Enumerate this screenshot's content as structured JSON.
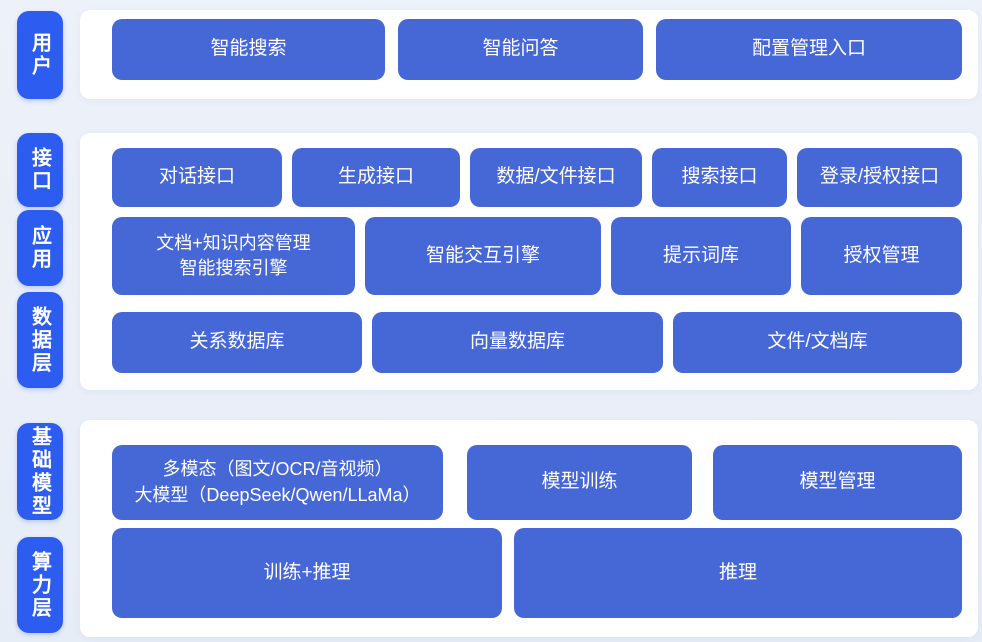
{
  "colors": {
    "background": "#e9eef7",
    "panel": "#ffffff",
    "badge_blue": "#2c5cf0",
    "block_blue": "#4668d6",
    "text": "#ffffff"
  },
  "sidebar": {
    "user": "用户",
    "interface": "接口",
    "application": "应用",
    "data_layer": "数据层",
    "base_model": "基础模型",
    "compute_layer": "算力层"
  },
  "user_row": [
    "智能搜索",
    "智能问答",
    "配置管理入口"
  ],
  "interface_row": [
    "对话接口",
    "生成接口",
    "数据/文件接口",
    "搜索接口",
    "登录/授权接口"
  ],
  "application_row": [
    "文档+知识内容管理\n智能搜索引擎",
    "智能交互引擎",
    "提示词库",
    "授权管理"
  ],
  "data_row": [
    "关系数据库",
    "向量数据库",
    "文件/文档库"
  ],
  "model_row": [
    "多模态（图文/OCR/音视频）\n大模型（DeepSeek/Qwen/LLaMa）",
    "模型训练",
    "模型管理"
  ],
  "compute_row": [
    "训练+推理",
    "推理"
  ]
}
